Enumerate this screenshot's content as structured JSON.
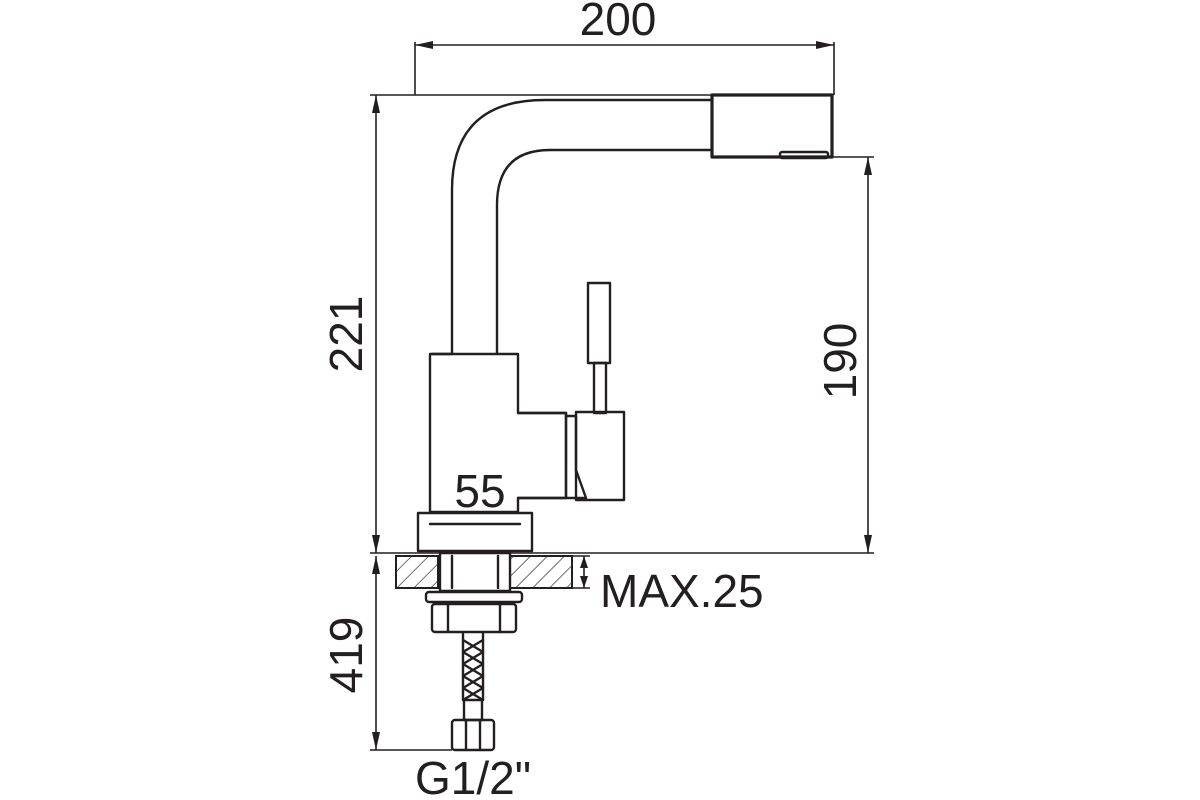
{
  "dimensions": {
    "total_width": "200",
    "total_height": "221",
    "spout_height": "190",
    "base_diameter": "55",
    "counter_thickness": "MAX.25",
    "hose_length": "419",
    "connection_thread": "G1/2\""
  },
  "colors": {
    "line": "#231f20",
    "background": "#ffffff"
  }
}
